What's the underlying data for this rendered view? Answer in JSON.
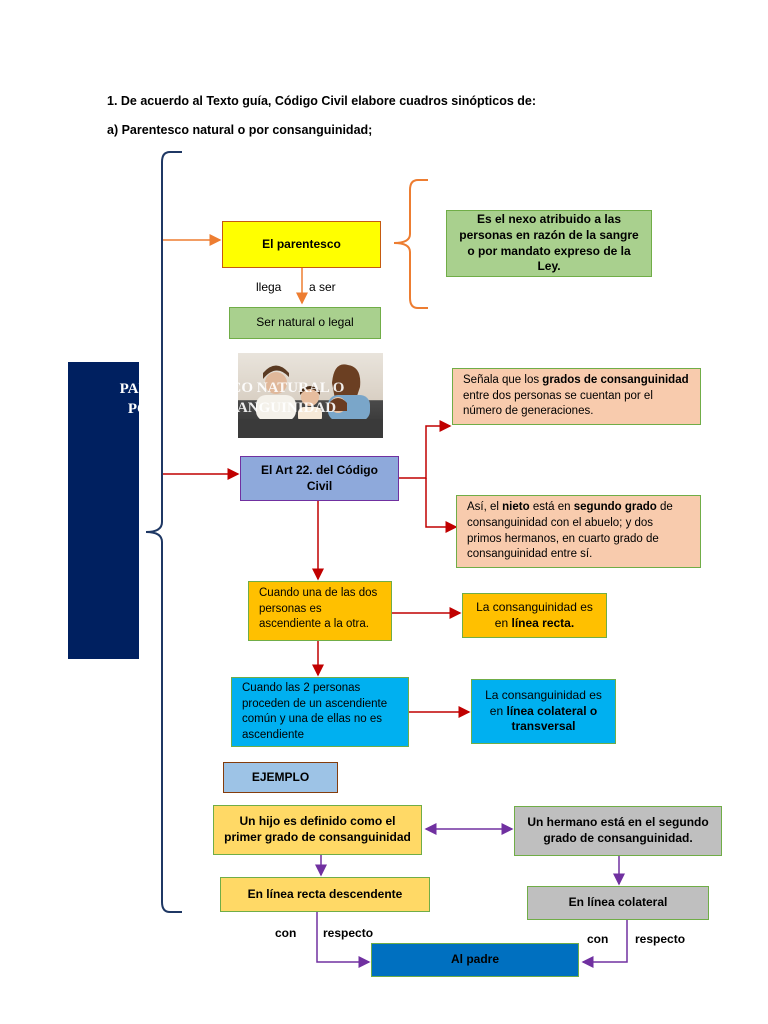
{
  "header": {
    "question": "1. De acuerdo al Texto guía, Código Civil elabore cuadros sinópticos de:",
    "subtitle": "a) Parentesco natural o por consanguinidad;"
  },
  "side_panel": {
    "line1": "PARENTESCO NATURAL O",
    "line2": "POR CONSANGUINIDAD"
  },
  "nodes": {
    "parentesco": "El parentesco",
    "definicion": "Es el nexo atribuido a las personas en razón de la sangre o por mandato expreso de la Ley.",
    "llega": "llega",
    "a_ser": "a  ser",
    "natural_legal": "Ser natural o legal",
    "art22": "El Art 22. del Código Civil",
    "grados_pre": "Señala que los ",
    "grados_bold": "grados de consanguinidad",
    "grados_post": " entre dos personas se cuentan por el número de generaciones.",
    "nieto_1": "Así, el ",
    "nieto_bold1": "nieto",
    "nieto_2": " está en ",
    "nieto_bold2": "segundo grado",
    "nieto_3": " de consanguinidad con el abuelo; y dos primos hermanos, en cuarto grado de consanguinidad entre sí.",
    "ascendiente": "Cuando una de las dos personas es ascendiente a la otra.",
    "linea_recta_pre": "La consanguinidad es en ",
    "linea_recta_bold": "línea recta.",
    "comun": "Cuando las 2 personas proceden de un ascendiente común y una de ellas no es ascendiente",
    "colateral_pre": "La consanguinidad es en ",
    "colateral_bold": "línea colateral o transversal",
    "ejemplo": "EJEMPLO",
    "hijo": "Un hijo es definido como el primer grado de consanguinidad",
    "hermano": "Un hermano está en el segundo grado de consanguinidad.",
    "recta_desc": "En línea recta descendente",
    "en_colateral": "En línea colateral",
    "con_left": "con",
    "respecto_left": "respecto",
    "con_right": "con",
    "respecto_right": "respecto",
    "padre": "Al padre"
  },
  "colors": {
    "navy_panel": "#002060",
    "brace_navy": "#1f3864",
    "orange_line": "#ed7d31",
    "red_line": "#c00000",
    "purple_line": "#7030a0",
    "yellow": "#ffff00",
    "green_box": "#a9d08e",
    "green_border": "#70ad47",
    "peach": "#f8cbad",
    "lavender": "#8ea9db",
    "amber": "#ffc000",
    "cyan": "#00b0f0",
    "light_blue": "#9dc3e6",
    "pale_yellow": "#ffd966",
    "gray": "#bfbfbf",
    "blue_box": "#0070c0"
  },
  "image": {
    "icon": "family-photo"
  }
}
